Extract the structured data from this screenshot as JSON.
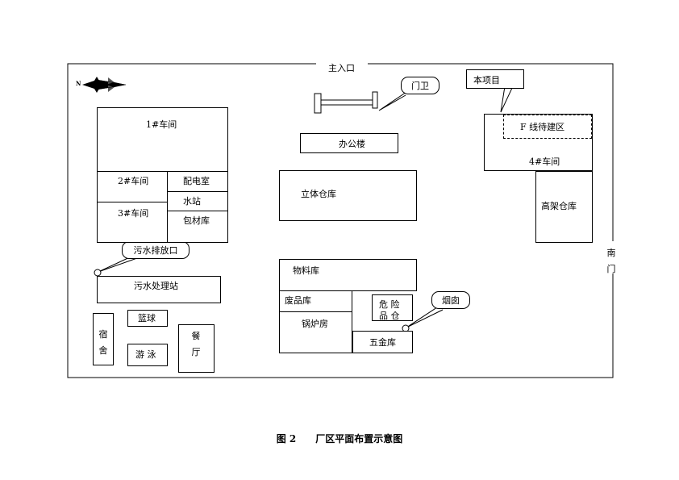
{
  "figure": {
    "number": "图 2",
    "title": "厂区平面布置示意图"
  },
  "compass": {
    "north_letter": "N",
    "icon": "north-arrow-icon"
  },
  "labels": {
    "main_entrance": "主入口",
    "south_gate": "南门",
    "guard": "门卫",
    "this_project": "本项目",
    "f_line_area": "F 线待建区",
    "workshop_4": "4#车间",
    "high_rack_warehouse": "高架仓库",
    "office": "办公楼",
    "stereo_warehouse": "立体仓库",
    "workshop_1": "1#车间",
    "workshop_2": "2#车间",
    "workshop_3": "3#车间",
    "power_room": "配电室",
    "water_station": "水站",
    "packaging_warehouse": "包材库",
    "sewage_outlet": "污水排放口",
    "sewage_plant": "污水处理站",
    "dorm": "宿舍",
    "basketball": "篮球",
    "swimming": "游 泳",
    "canteen": "餐厅",
    "material_warehouse": "物料库",
    "waste_warehouse": "废品库",
    "boiler_room": "锅炉房",
    "hazard_line1": "危 险",
    "hazard_line2": "品 仓",
    "chimney": "烟囱",
    "hardware_warehouse": "五金库"
  }
}
